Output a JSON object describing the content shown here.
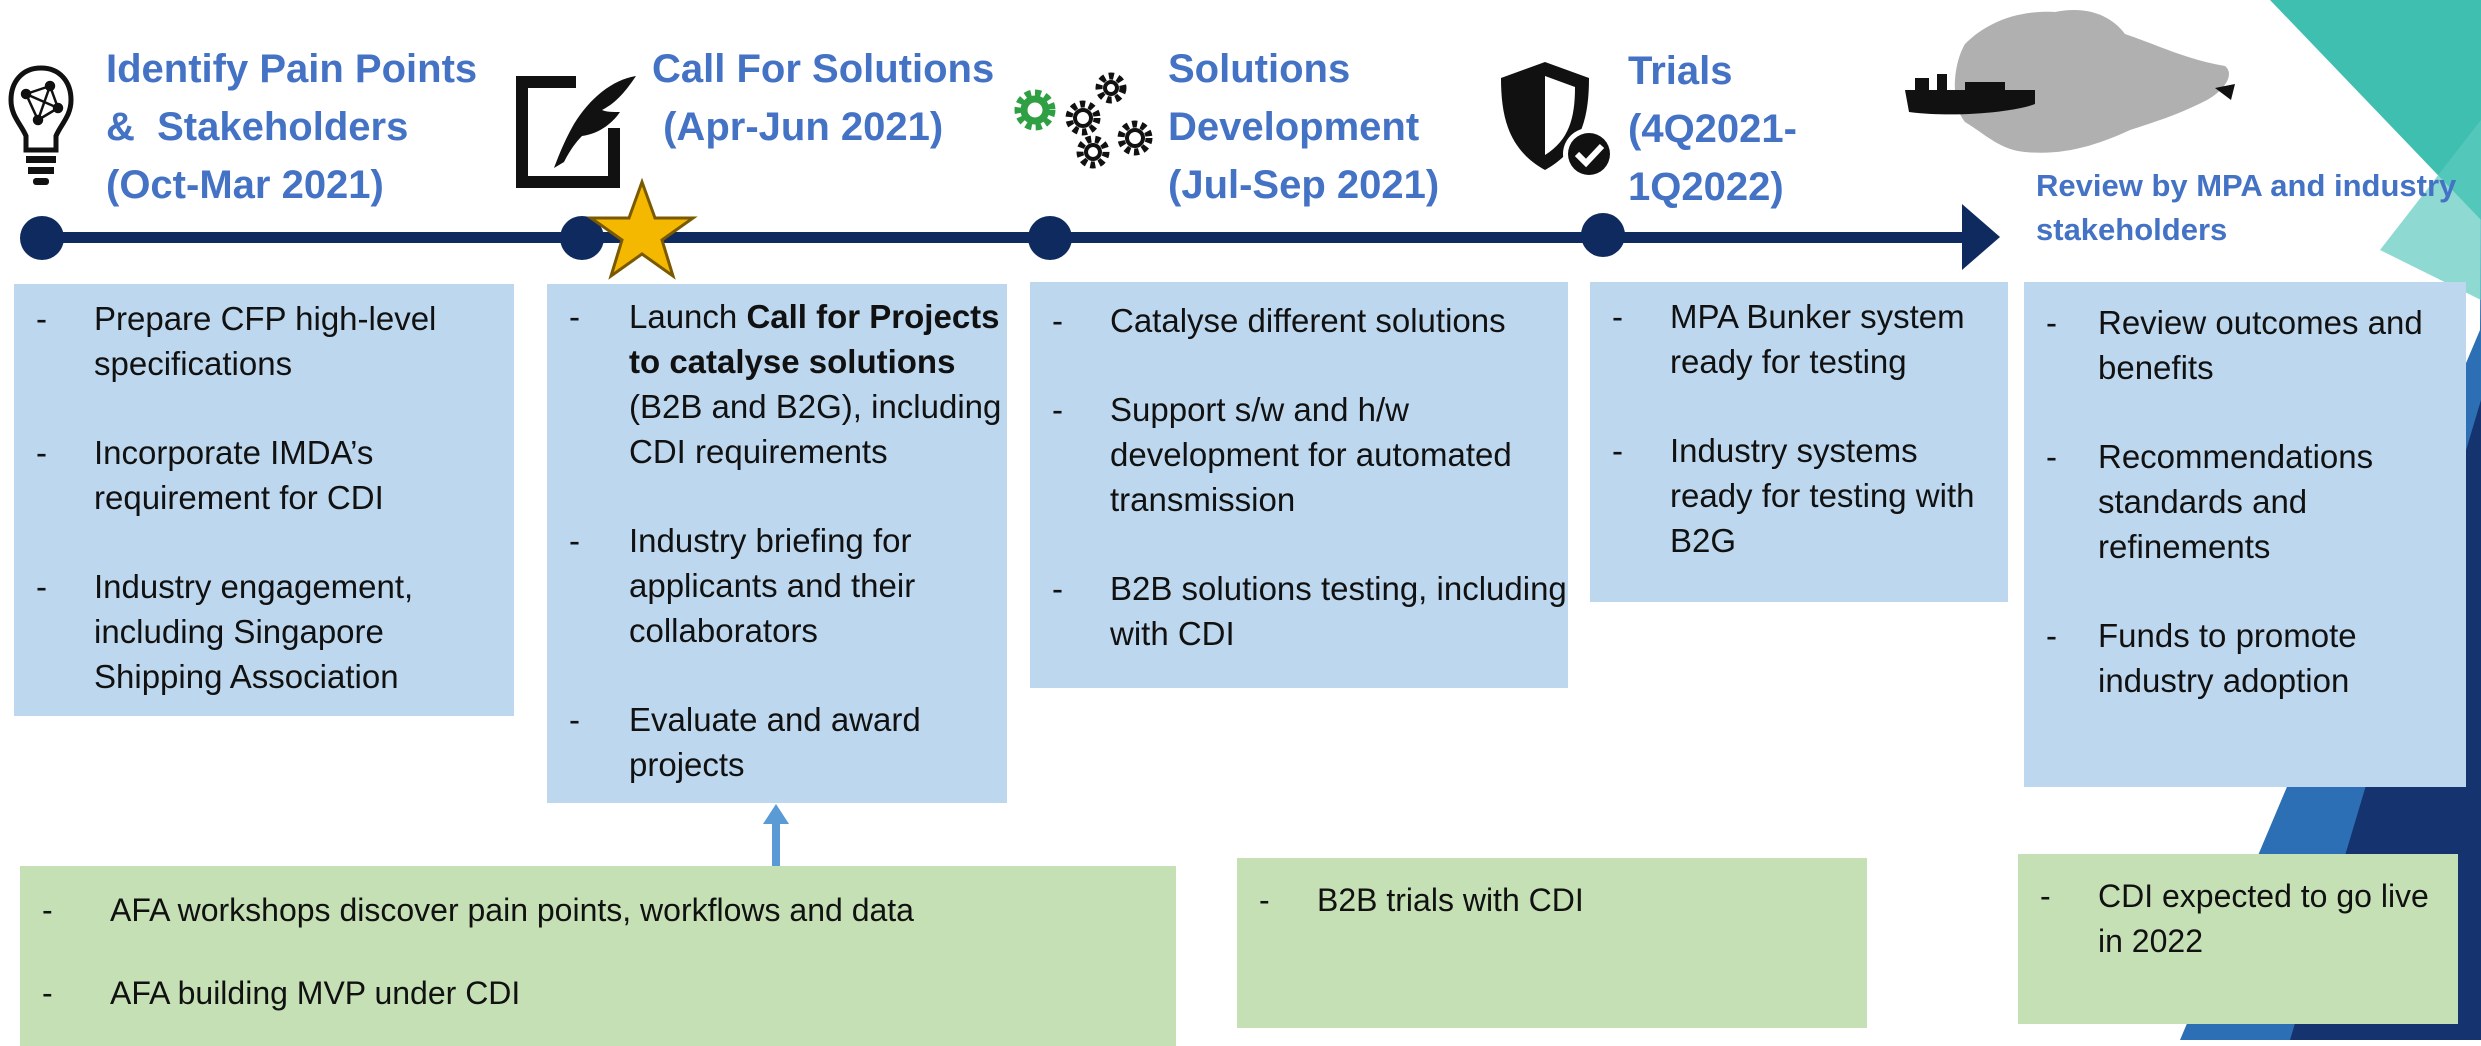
{
  "colors": {
    "title_blue": "#4472c4",
    "timeline_navy": "#0f2a5e",
    "blue_box": "#bdd7ee",
    "green_box": "#c5e0b4",
    "star_gold": "#f5b800",
    "gear_green": "#2ea043"
  },
  "phases": [
    {
      "icon": "lightbulb-icon",
      "title_lines": [
        "Identify Pain Points",
        "&  Stakeholders",
        "(Oct-Mar 2021)"
      ],
      "items": [
        "Prepare CFP high-level specifications",
        "Incorporate IMDA’s requirement for CDI",
        "Industry engagement, including Singapore Shipping Association"
      ]
    },
    {
      "icon": "quill-pen-icon",
      "title_lines": [
        "Call For Solutions",
        " (Apr-Jun 2021)"
      ],
      "items_first": {
        "prefix": "Launch ",
        "bold": "Call for Projects to catalyse solutions",
        "suffix": " (B2B and B2G), including CDI requirements"
      },
      "items": [
        "Industry briefing for applicants and their collaborators",
        "Evaluate and award projects"
      ]
    },
    {
      "icon": "gears-icon",
      "title_lines": [
        "Solutions",
        "Development",
        "(Jul-Sep 2021)"
      ],
      "items": [
        "Catalyse different solutions",
        "Support s/w and h/w development for automated transmission",
        "B2B solutions testing, including with CDI"
      ]
    },
    {
      "icon": "shield-check-icon",
      "title_lines": [
        "Trials",
        "(4Q2021-",
        "1Q2022)"
      ],
      "items": [
        "MPA Bunker system ready for testing",
        "Industry systems ready for testing with B2G"
      ]
    },
    {
      "icon": "singapore-map-icon",
      "title_lines": [
        "Review by MPA and industry",
        "stakeholders"
      ],
      "items": [
        "Review outcomes and benefits",
        "Recommendations standards and refinements",
        "Funds to promote industry adoption"
      ]
    }
  ],
  "green_notes": [
    {
      "items": [
        "AFA workshops discover pain points, workflows and data",
        "AFA building MVP under CDI"
      ]
    },
    {
      "items": [
        "B2B trials with CDI"
      ]
    },
    {
      "items": [
        "CDI expected to go live in 2022"
      ]
    }
  ]
}
